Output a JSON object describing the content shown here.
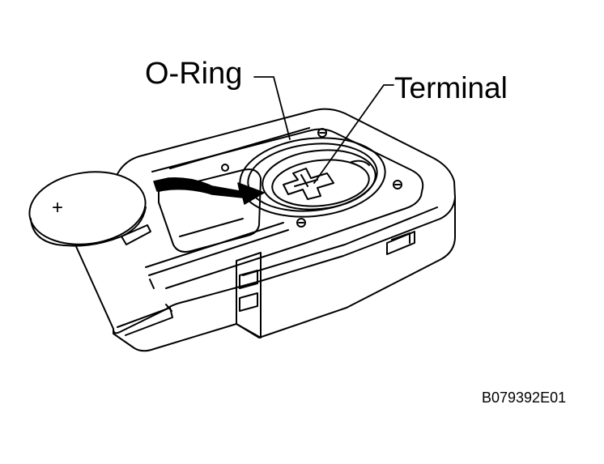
{
  "diagram": {
    "callouts": {
      "o_ring": "O-Ring",
      "terminal": "Terminal"
    },
    "battery_polarity_mark": "+",
    "figure_code": "B079392E01"
  },
  "colors": {
    "line": "#000000",
    "background": "#ffffff",
    "arrow": "#000000"
  }
}
